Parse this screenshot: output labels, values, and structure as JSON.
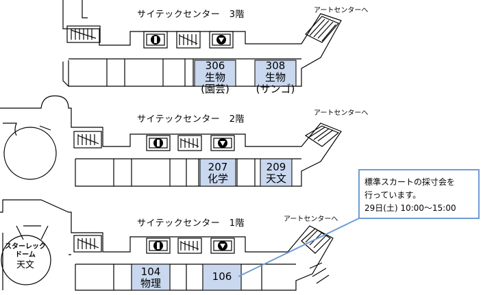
{
  "floors": [
    {
      "title": "サイテックセンター　3階",
      "art_center": "アートセンターへ",
      "rooms": [
        {
          "number": "306",
          "subject": "生物",
          "detail": "(園芸)"
        },
        {
          "number": "308",
          "subject": "生物",
          "detail": "(サンゴ)"
        }
      ]
    },
    {
      "title": "サイテックセンター　2階",
      "art_center": "アートセンターへ",
      "rooms": [
        {
          "number": "207",
          "subject": "化学"
        },
        {
          "number": "209",
          "subject": "天文"
        }
      ]
    },
    {
      "title": "サイテックセンター　1階",
      "art_center": "アートセンターへ",
      "rooms": [
        {
          "number": "104",
          "subject": "物理"
        },
        {
          "number": "106",
          "subject": ""
        }
      ]
    }
  ],
  "dome": {
    "line1": "スターレック",
    "line2": "ドーム",
    "line3": "天文"
  },
  "note": {
    "line1": "標準スカートの採寸会を",
    "line2": "行っています。",
    "line3": "29日(土) 10:00～15:00"
  },
  "colors": {
    "highlight": "#c9d8ef",
    "callout": "#6f9bd4",
    "line": "#000000"
  },
  "icons": [
    "stairs-icon",
    "elevator-icon",
    "restroom-icon"
  ]
}
